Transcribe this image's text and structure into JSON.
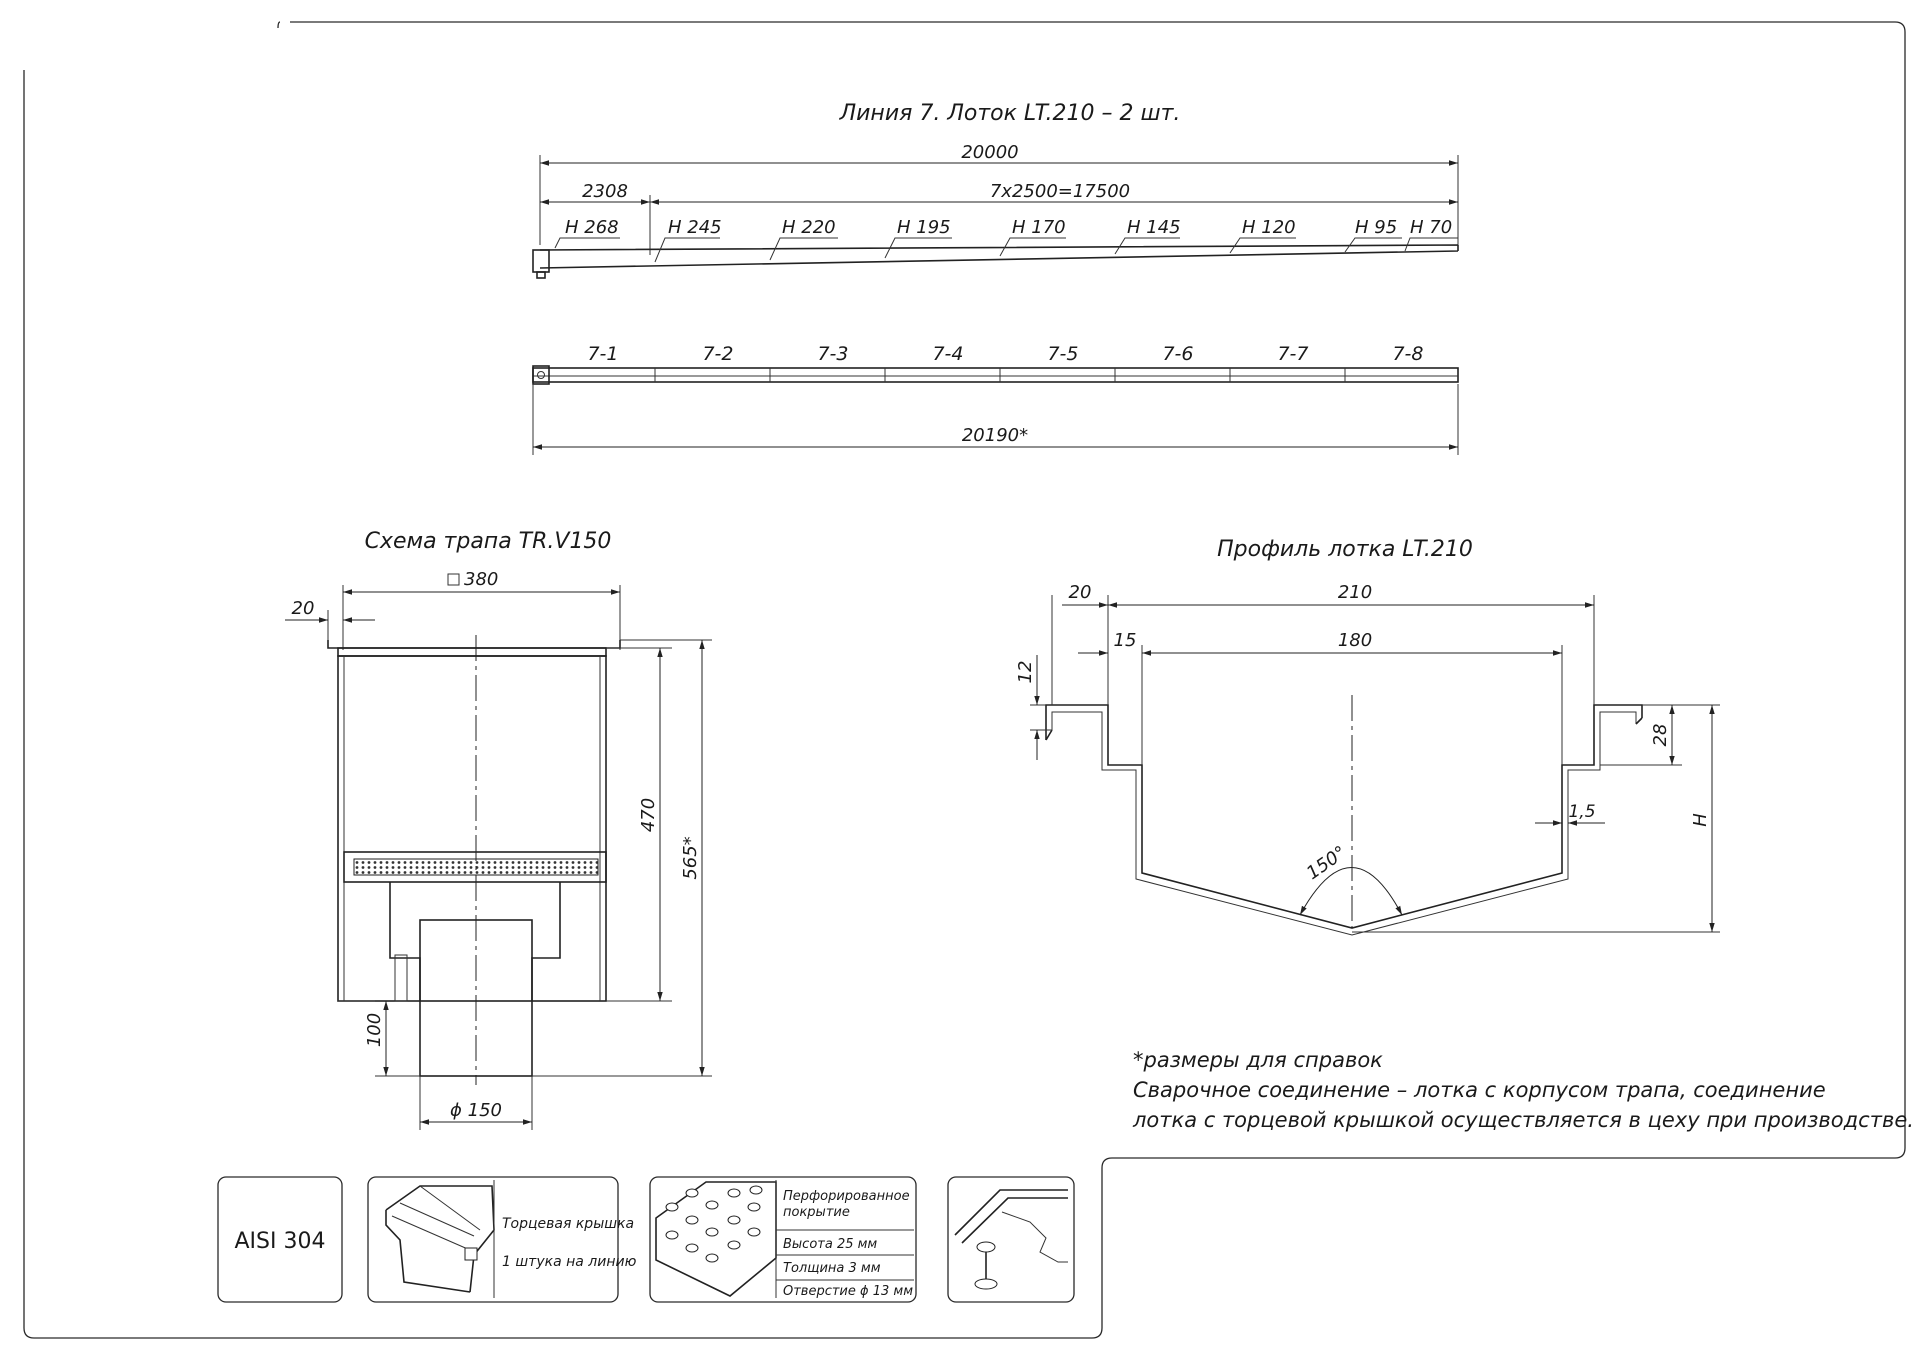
{
  "line_view": {
    "title": "Линия 7. Лоток LT.210 – 2 шт.",
    "total": "20000",
    "start": "2308",
    "span": "7x2500=17500",
    "heights": [
      "H 268",
      "H 245",
      "H 220",
      "H 195",
      "H 170",
      "H 145",
      "H 120",
      "H 95",
      "H 70"
    ],
    "sections": [
      "7-1",
      "7-2",
      "7-3",
      "7-4",
      "7-5",
      "7-6",
      "7-7",
      "7-8"
    ],
    "overall": "20190*"
  },
  "trap": {
    "title": "Схема трапа TR.V150",
    "square": "380",
    "flange": "20",
    "h470": "470",
    "h565": "565*",
    "h100": "100",
    "diameter": "ϕ 150"
  },
  "profile": {
    "title": "Профиль лотка LT.210",
    "d20": "20",
    "d210": "210",
    "d15": "15",
    "d180": "180",
    "d12": "12",
    "d28": "28",
    "d15b": "1,5",
    "h": "H",
    "angle": "150°"
  },
  "notes": [
    "*размеры для справок",
    "Сварочное соединение – лотка с корпусом трапа, соединение",
    "лотка с торцевой крышкой осуществляется в цеху при производстве."
  ],
  "legend": {
    "material": "AISI 304",
    "endcap_title": "Торцевая крышка",
    "endcap_qty": "1 штука на линию",
    "grate_title1": "Перфорированное",
    "grate_title2": "покрытие",
    "grate_height": "Высота 25 мм",
    "grate_thickness": "Толщина 3 мм",
    "grate_hole": "Отверстие ϕ 13 мм"
  }
}
